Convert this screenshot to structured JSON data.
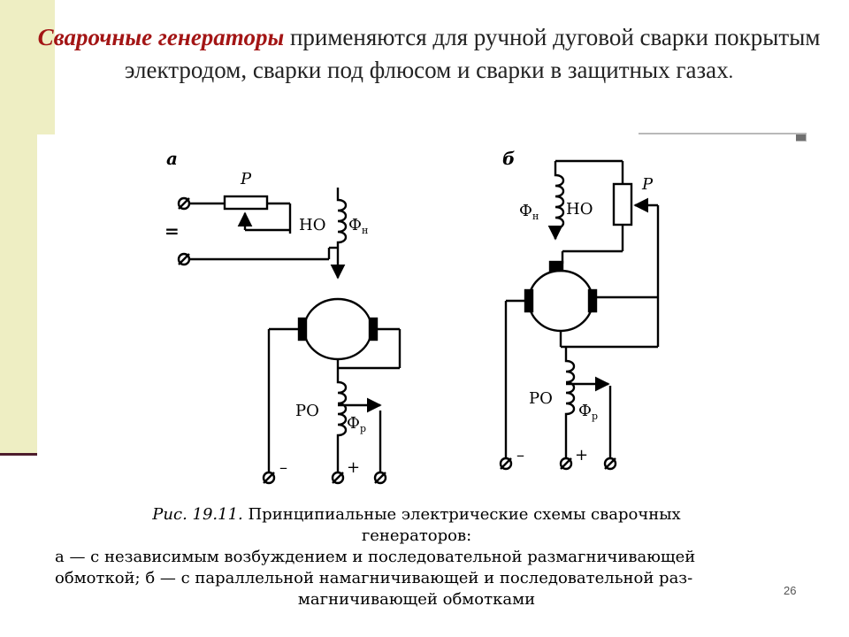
{
  "slide": {
    "title_accent": "Сварочные генераторы",
    "title_rest": " применяются для ручной дуговой сварки покрытым электродом, сварки под флюсом и сварки  в защитных газах",
    "title_end": ".",
    "page_number": "26"
  },
  "diagram": {
    "a": {
      "label": "а",
      "rheostat": "Р",
      "dc_symbol": "=",
      "winding_no": "НО",
      "flux_n": "Ф",
      "flux_n_sub": "н",
      "winding_ro": "РО",
      "flux_p": "Ф",
      "flux_p_sub": "р",
      "minus": "–",
      "plus": "+"
    },
    "b": {
      "label": "б",
      "rheostat": "Р",
      "winding_no": "НО",
      "flux_n": "Ф",
      "flux_n_sub": "н",
      "winding_ro": "РО",
      "flux_p": "Ф",
      "flux_p_sub": "р",
      "minus": "–",
      "plus": "+"
    }
  },
  "caption": {
    "fig_number": "Рис. 19.11.",
    "line1": " Принципиальные электрические схемы сварочных",
    "line2": "генераторов:",
    "line3": "а — с независимым возбуждением и последовательной размагничивающей",
    "line4": "обмоткой; б — с параллельной намагничивающей и последовательной раз-",
    "line5": "магничивающей обмотками"
  }
}
